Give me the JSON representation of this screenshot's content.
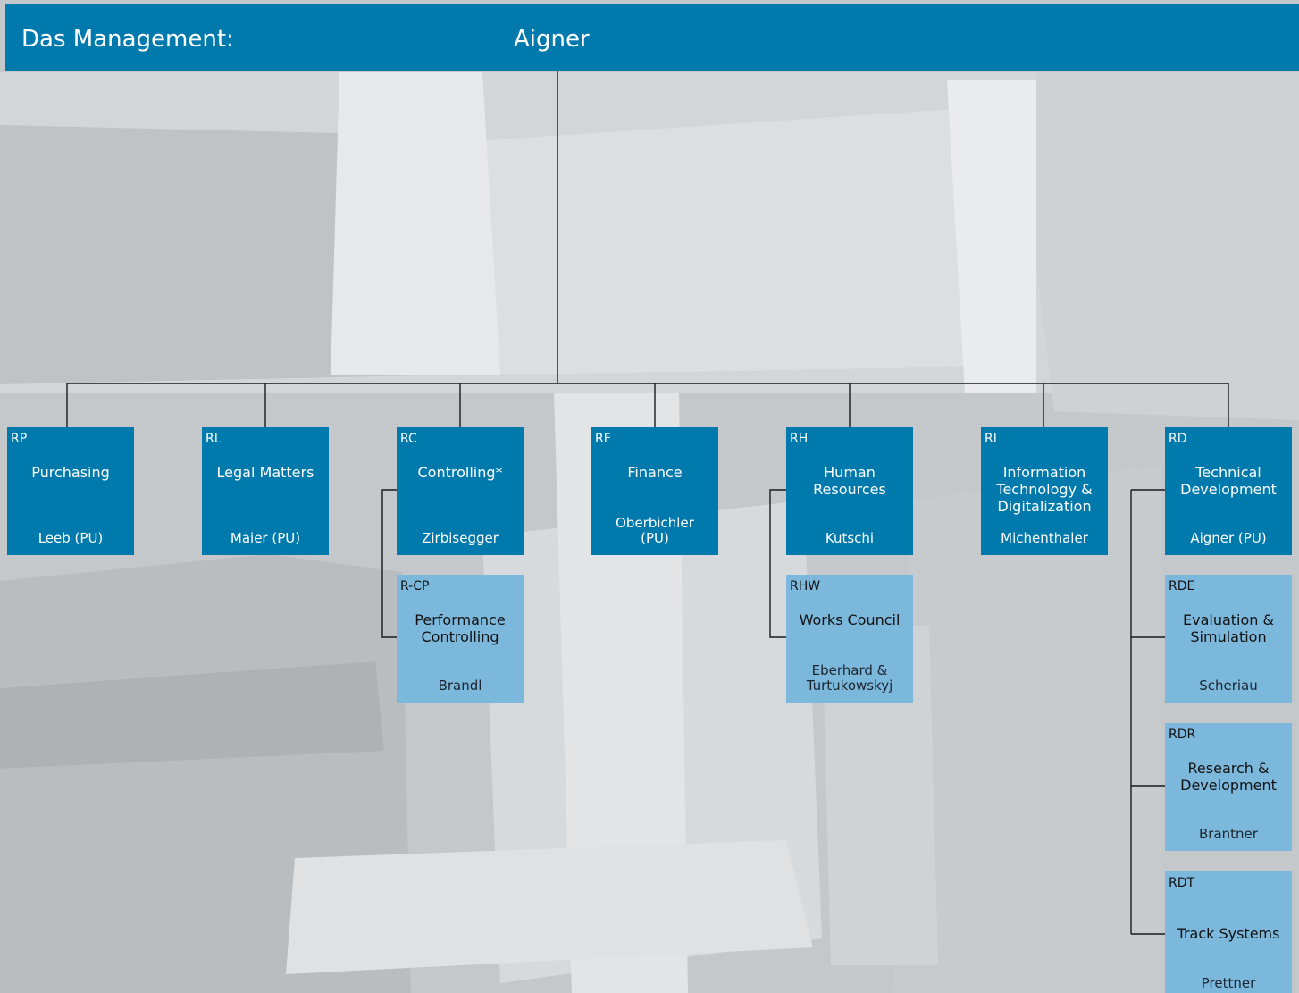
{
  "header": {
    "label": "Das Management:",
    "head": "Aigner"
  },
  "units": {
    "rp": {
      "code": "RP",
      "title": "Purchasing",
      "person": "Leeb (PU)"
    },
    "rl": {
      "code": "RL",
      "title": "Legal Matters",
      "person": "Maier (PU)"
    },
    "rc": {
      "code": "RC",
      "title": "Controlling*",
      "person": "Zirbisegger"
    },
    "rcp": {
      "code": "R-CP",
      "title": "Performance\nControlling",
      "person": "Brandl"
    },
    "rf": {
      "code": "RF",
      "title": "Finance",
      "person": "Oberbichler\n(PU)"
    },
    "rh": {
      "code": "RH",
      "title": "Human\nResources",
      "person": "Kutschi"
    },
    "rhw": {
      "code": "RHW",
      "title": "Works Council",
      "person": "Eberhard &\nTurtukowskyj"
    },
    "ri": {
      "code": "RI",
      "title": "Information\nTechnology &\nDigitalization",
      "person": "Michenthaler"
    },
    "rd": {
      "code": "RD",
      "title": "Technical\nDevelopment",
      "person": "Aigner (PU)"
    },
    "rde": {
      "code": "RDE",
      "title": "Evaluation &\nSimulation",
      "person": "Scheriau"
    },
    "rdr": {
      "code": "RDR",
      "title": "Research &\nDevelopment",
      "person": "Brantner"
    },
    "rdt": {
      "code": "RDT",
      "title": "Track Systems",
      "person": "Prettner"
    }
  },
  "colors": {
    "primary": "#0079ad",
    "secondary": "#7cb8dc",
    "connector": "#1a1a1a"
  }
}
